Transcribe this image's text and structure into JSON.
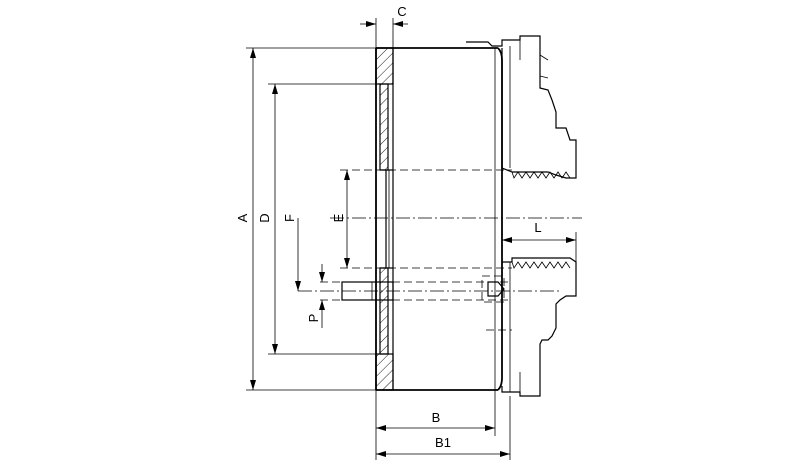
{
  "diagram": {
    "labels": {
      "A": "A",
      "B": "B",
      "B1": "B1",
      "C": "C",
      "D": "D",
      "E": "E",
      "F": "F",
      "L": "L",
      "P": "P"
    }
  }
}
